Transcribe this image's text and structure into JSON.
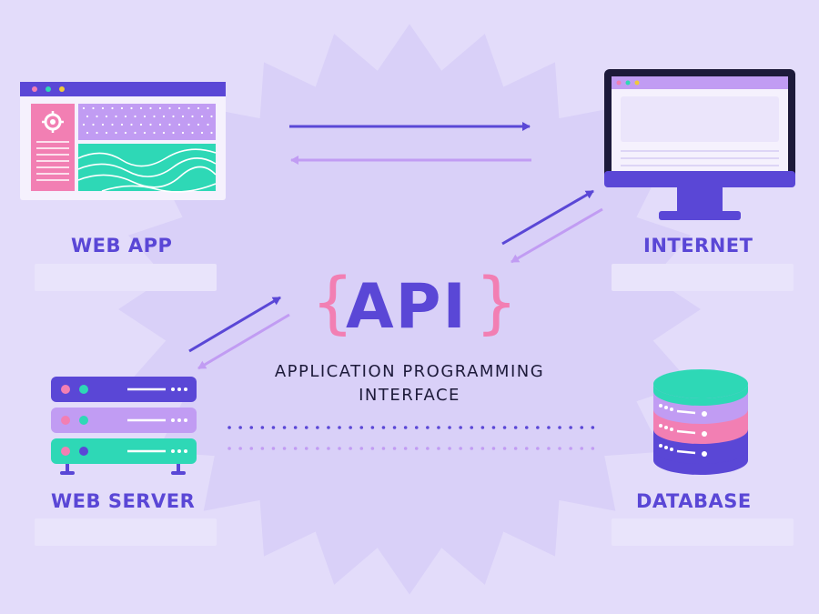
{
  "nodes": {
    "web_app": {
      "label": "WEB APP",
      "icon": "browser-window-icon"
    },
    "internet": {
      "label": "INTERNET",
      "icon": "desktop-monitor-icon"
    },
    "web_server": {
      "label": "WEB SERVER",
      "icon": "server-rack-icon"
    },
    "database": {
      "label": "DATABASE",
      "icon": "database-cylinder-icon"
    }
  },
  "api": {
    "open_brace": "{",
    "word": "API",
    "close_brace": "}",
    "subtitle_line1": "APPLICATION PROGRAMMING",
    "subtitle_line2": "INTERFACE"
  },
  "colors": {
    "background": "#e3dcfa",
    "burst": "#d9d0f8",
    "primary": "#5a47d6",
    "lilac": "#c19cf3",
    "pink": "#f27fb3",
    "teal": "#2ed8b6",
    "dark": "#1d1a3a"
  }
}
